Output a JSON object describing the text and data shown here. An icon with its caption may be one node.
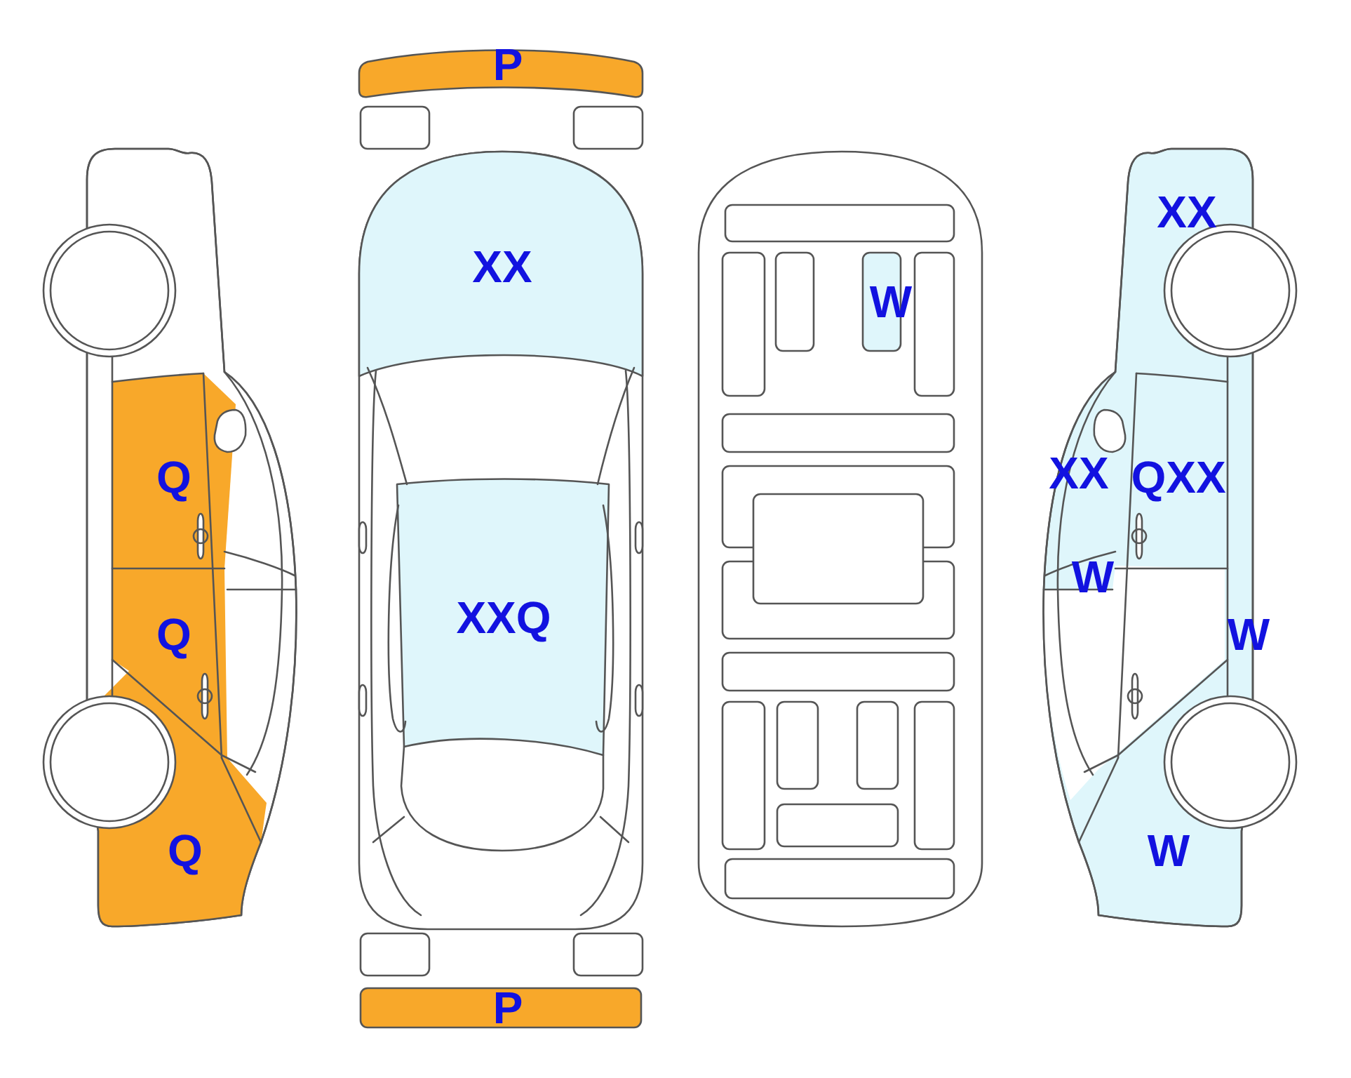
{
  "diagram": {
    "labels": [
      "Q",
      "Q",
      "Q",
      "P",
      "XX",
      "XXQ",
      "P",
      "W",
      "XX",
      "XX",
      "QXX",
      "W",
      "W",
      "W"
    ]
  }
}
